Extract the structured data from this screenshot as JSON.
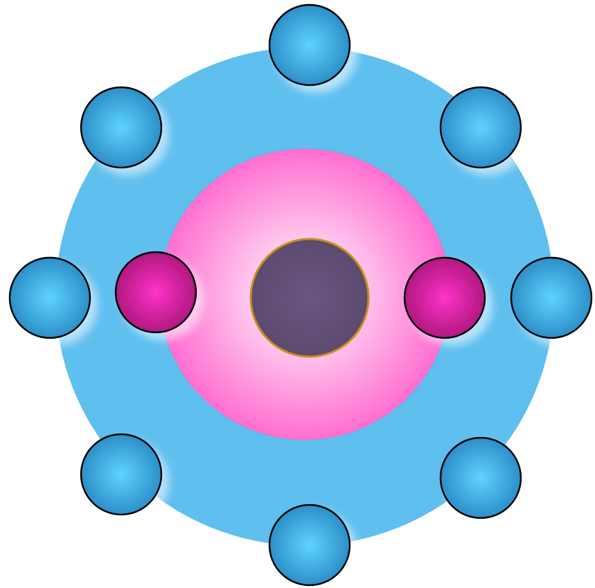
{
  "diagram": {
    "type": "atom-model",
    "colors": {
      "background": "#ffffff",
      "outer_shell": "#5fbfef",
      "inner_shell_center": "#ffffff",
      "inner_shell_edge": "#ff6ed1",
      "nucleus": "#5c4a70",
      "nucleus_stroke": "#c8901a",
      "outer_electron_center": "#5fd2ff",
      "outer_electron_edge": "#2c8fc8",
      "inner_electron_center": "#ff33c8",
      "inner_electron_edge": "#b01880",
      "electron_stroke": "#000000"
    },
    "shells": [
      {
        "name": "inner-shell",
        "electron_count": 2
      },
      {
        "name": "outer-shell",
        "electron_count": 8
      }
    ]
  }
}
